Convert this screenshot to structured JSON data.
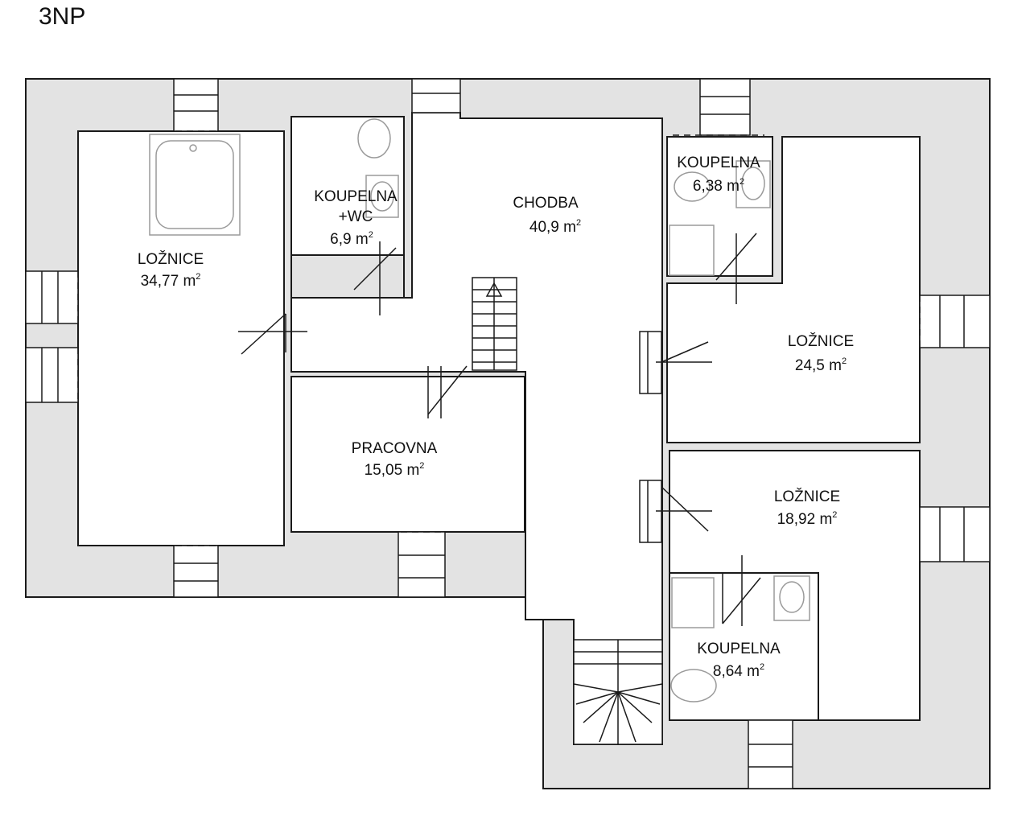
{
  "floor_label": "3NP",
  "area_unit": "m",
  "area_unit_sup": "2",
  "rooms": [
    {
      "name": "LOŽNICE",
      "area": "34,77"
    },
    {
      "name": "KOUPELNA",
      "name2": "+WC",
      "area": "6,9"
    },
    {
      "name": "CHODBA",
      "area": "40,9"
    },
    {
      "name": "KOUPELNA",
      "area": "6,38"
    },
    {
      "name": "LOŽNICE",
      "area": "24,5"
    },
    {
      "name": "PRACOVNA",
      "area": "15,05"
    },
    {
      "name": "LOŽNICE",
      "area": "18,92"
    },
    {
      "name": "KOUPELNA",
      "area": "8,64"
    }
  ]
}
